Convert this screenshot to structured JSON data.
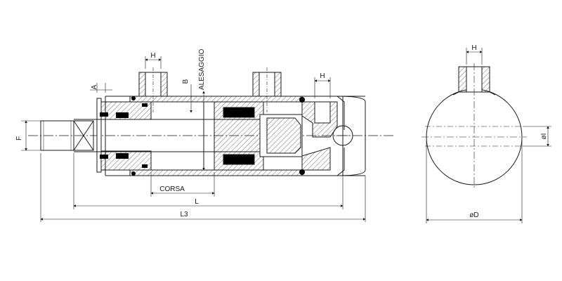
{
  "labels": {
    "h_left_port": "H",
    "h_right_port": "H",
    "h_side_view": "H",
    "a": "A",
    "b": "B",
    "alesaggio": "ALESAGGIO",
    "f": "F",
    "corsa": "CORSA",
    "l": "L",
    "l3": "L3",
    "od": "øD",
    "oi": "øI"
  },
  "colors": {
    "line": "#1a1a1a",
    "seal": "#000000",
    "hatch": "#333333"
  }
}
